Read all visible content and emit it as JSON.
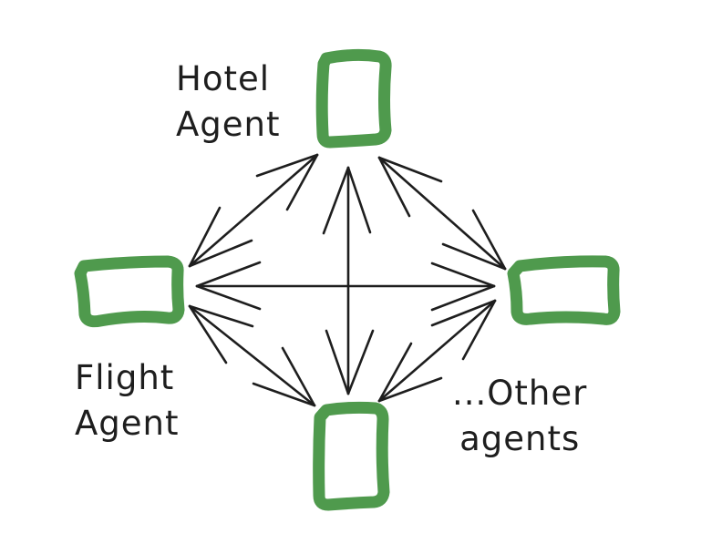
{
  "diagram": {
    "title": "",
    "colors": {
      "node_stroke": "#4f9a4d",
      "arrow": "#1e1e1e",
      "text": "#1e1e1e",
      "background": "#ffffff"
    },
    "nodes": [
      {
        "id": "hotel",
        "label_line1": "Hotel",
        "label_line2": "Agent",
        "position": "top"
      },
      {
        "id": "flight",
        "label_line1": "Flight",
        "label_line2": "Agent",
        "position": "left"
      },
      {
        "id": "other",
        "label_line1": "...Other",
        "label_line2": "agents",
        "position": "right"
      },
      {
        "id": "bottom",
        "label_line1": "",
        "label_line2": "",
        "position": "bottom"
      }
    ],
    "edges": [
      {
        "from": "hotel",
        "to": "flight",
        "bidirectional": true
      },
      {
        "from": "hotel",
        "to": "other",
        "bidirectional": true
      },
      {
        "from": "hotel",
        "to": "bottom",
        "bidirectional": true
      },
      {
        "from": "flight",
        "to": "other",
        "bidirectional": true
      },
      {
        "from": "flight",
        "to": "bottom",
        "bidirectional": true
      },
      {
        "from": "other",
        "to": "bottom",
        "bidirectional": true
      }
    ]
  }
}
